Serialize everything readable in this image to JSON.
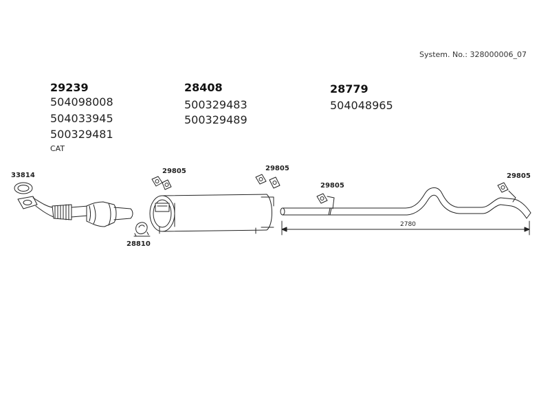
{
  "system_number": "System. No.: 328000006_07",
  "groups": [
    {
      "title": "29239",
      "numbers": [
        "504098008",
        "504033945",
        "500329481"
      ],
      "note": "CAT"
    },
    {
      "title": "28408",
      "numbers": [
        "500329483",
        "500329489"
      ]
    },
    {
      "title": "28779",
      "numbers": [
        "504048965"
      ]
    }
  ],
  "callouts": {
    "gasket": "33814",
    "clamp": "28810",
    "hanger_a": "29805",
    "hanger_b": "29805",
    "hanger_c": "29805",
    "hanger_d": "29805"
  },
  "dimension": "2780"
}
